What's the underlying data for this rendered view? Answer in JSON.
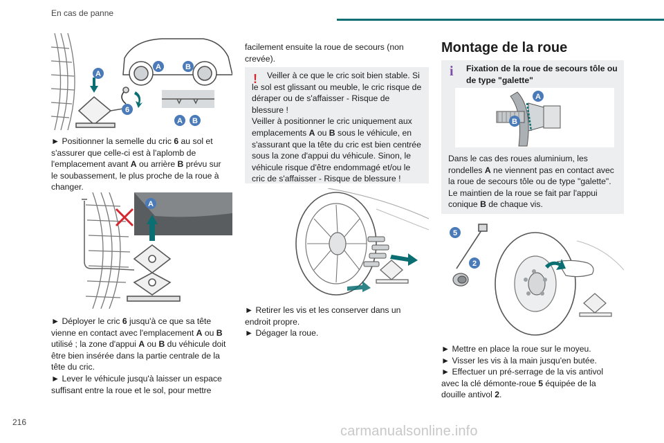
{
  "header": {
    "section": "En cas de panne",
    "accent_color": "#0b6e73"
  },
  "page_number": "216",
  "watermark": "carmanualsonline.info",
  "col1": {
    "labels": {
      "a": "A",
      "b": "B",
      "six": "6"
    },
    "p1": {
      "arrow": "► ",
      "t1": "Positionner la semelle du cric ",
      "b1": "6",
      "t2": " au sol et s'assurer que celle-ci est à l'aplomb de l'emplacement avant ",
      "b2": "A",
      "t3": " ou arrière ",
      "b3": "B",
      "t4": " prévu sur le soubassement, le plus proche de la roue à changer."
    },
    "p2": {
      "arrow": "► ",
      "t1": "Déployer le cric ",
      "b1": "6",
      "t2": " jusqu'à ce que sa tête vienne en contact avec l'emplacement ",
      "b2": "A",
      "t3": " ou ",
      "b3": "B",
      "t4": " utilisé ; la zone d'appui ",
      "b4": "A",
      "t5": " ou ",
      "b5": "B",
      "t6": " du véhicule doit être bien insérée dans la partie centrale de la tête du cric.",
      "arrow2": "► ",
      "t7": "Lever le véhicule jusqu'à laisser un espace suffisant entre la roue et le sol, pour mettre"
    }
  },
  "col2": {
    "p_top": "facilement ensuite la roue de secours (non crevée).",
    "warning": {
      "mark": "!",
      "text": "Veiller à ce que le cric soit bien stable. Si le sol est glissant ou meuble, le cric risque de déraper ou de s'affaisser - Risque de blessure !\nVeiller à positionner le cric uniquement aux emplacements ",
      "b1": "A",
      "t2": " ou ",
      "b2": "B",
      "t3": " sous le véhicule, en s'assurant que la tête du cric est bien centrée sous la zone d'appui du véhicule. Sinon, le véhicule risque d'être endommagé et/ou le cric de s'affaisser - Risque de blessure !",
      "color": "#d4262f"
    },
    "p_bottom": {
      "arrow": "► ",
      "l1": "Retirer les vis et les conserver dans un endroit propre.",
      "l2": "Dégager la roue."
    }
  },
  "col3": {
    "title": "Montage de la roue",
    "info": {
      "mark": "i",
      "title": "Fixation de la roue de secours tôle ou de type \"galette\"",
      "labels": {
        "a": "A",
        "b": "B"
      },
      "t1": "Dans le cas des roues aluminium, les rondelles ",
      "b1": "A",
      "t2": " ne viennent pas en contact avec la roue de secours tôle ou de type \"galette\". Le maintien de la roue se fait par l'appui conique ",
      "b2": "B",
      "t3": " de chaque vis.",
      "color": "#7c4ea6"
    },
    "labels": {
      "five": "5",
      "two": "2"
    },
    "steps": {
      "arrow": "► ",
      "l1": "Mettre en place la roue sur le moyeu.",
      "l2": "Visser les vis à la main jusqu'en butée.",
      "l3a": "Effectuer un pré-serrage de la vis antivol avec la clé démonte-roue ",
      "b1": "5",
      "l3b": " équipée de la douille antivol ",
      "b2": "2",
      "l3c": "."
    }
  },
  "colors": {
    "label_blue": "#4b7ab8",
    "accent_teal": "#0b6e73",
    "label_grey": "#6d7278"
  }
}
